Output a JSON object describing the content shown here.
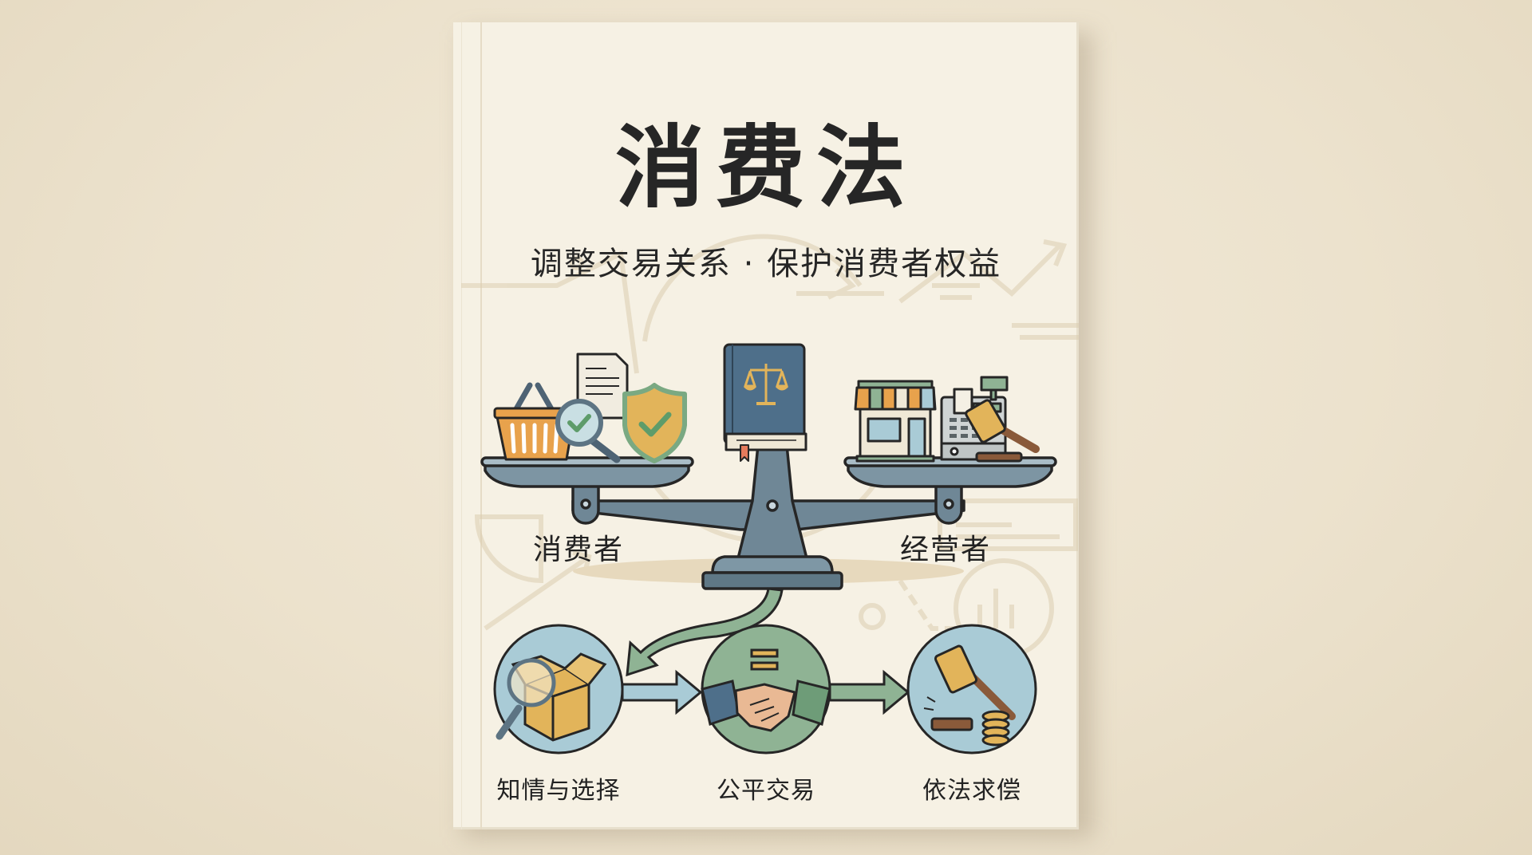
{
  "cover": {
    "title": "消费法",
    "subtitle": "调整交易关系 · 保护消费者权益"
  },
  "scale": {
    "left_label": "消费者",
    "right_label": "经营者",
    "left_items": [
      "shopping-basket",
      "magnifier-check",
      "document",
      "shield-check"
    ],
    "center_item": "law-book-with-scales",
    "right_items": [
      "storefront",
      "cash-register",
      "gavel"
    ]
  },
  "process": {
    "steps": [
      {
        "label": "知情与选择",
        "icon": "magnifier-over-box"
      },
      {
        "label": "公平交易",
        "icon": "handshake-equals"
      },
      {
        "label": "依法求偿",
        "icon": "gavel-and-coins"
      }
    ]
  },
  "colors": {
    "background": "#ece2cd",
    "page": "#f6f1e4",
    "ink": "#262626",
    "steel": "#6f8796",
    "book_blue": "#4e6f8a",
    "gold": "#e2b45a",
    "sage": "#8fb394",
    "sky": "#a9cbd6",
    "orange": "#e8a24c",
    "brown": "#8a5a3a"
  }
}
